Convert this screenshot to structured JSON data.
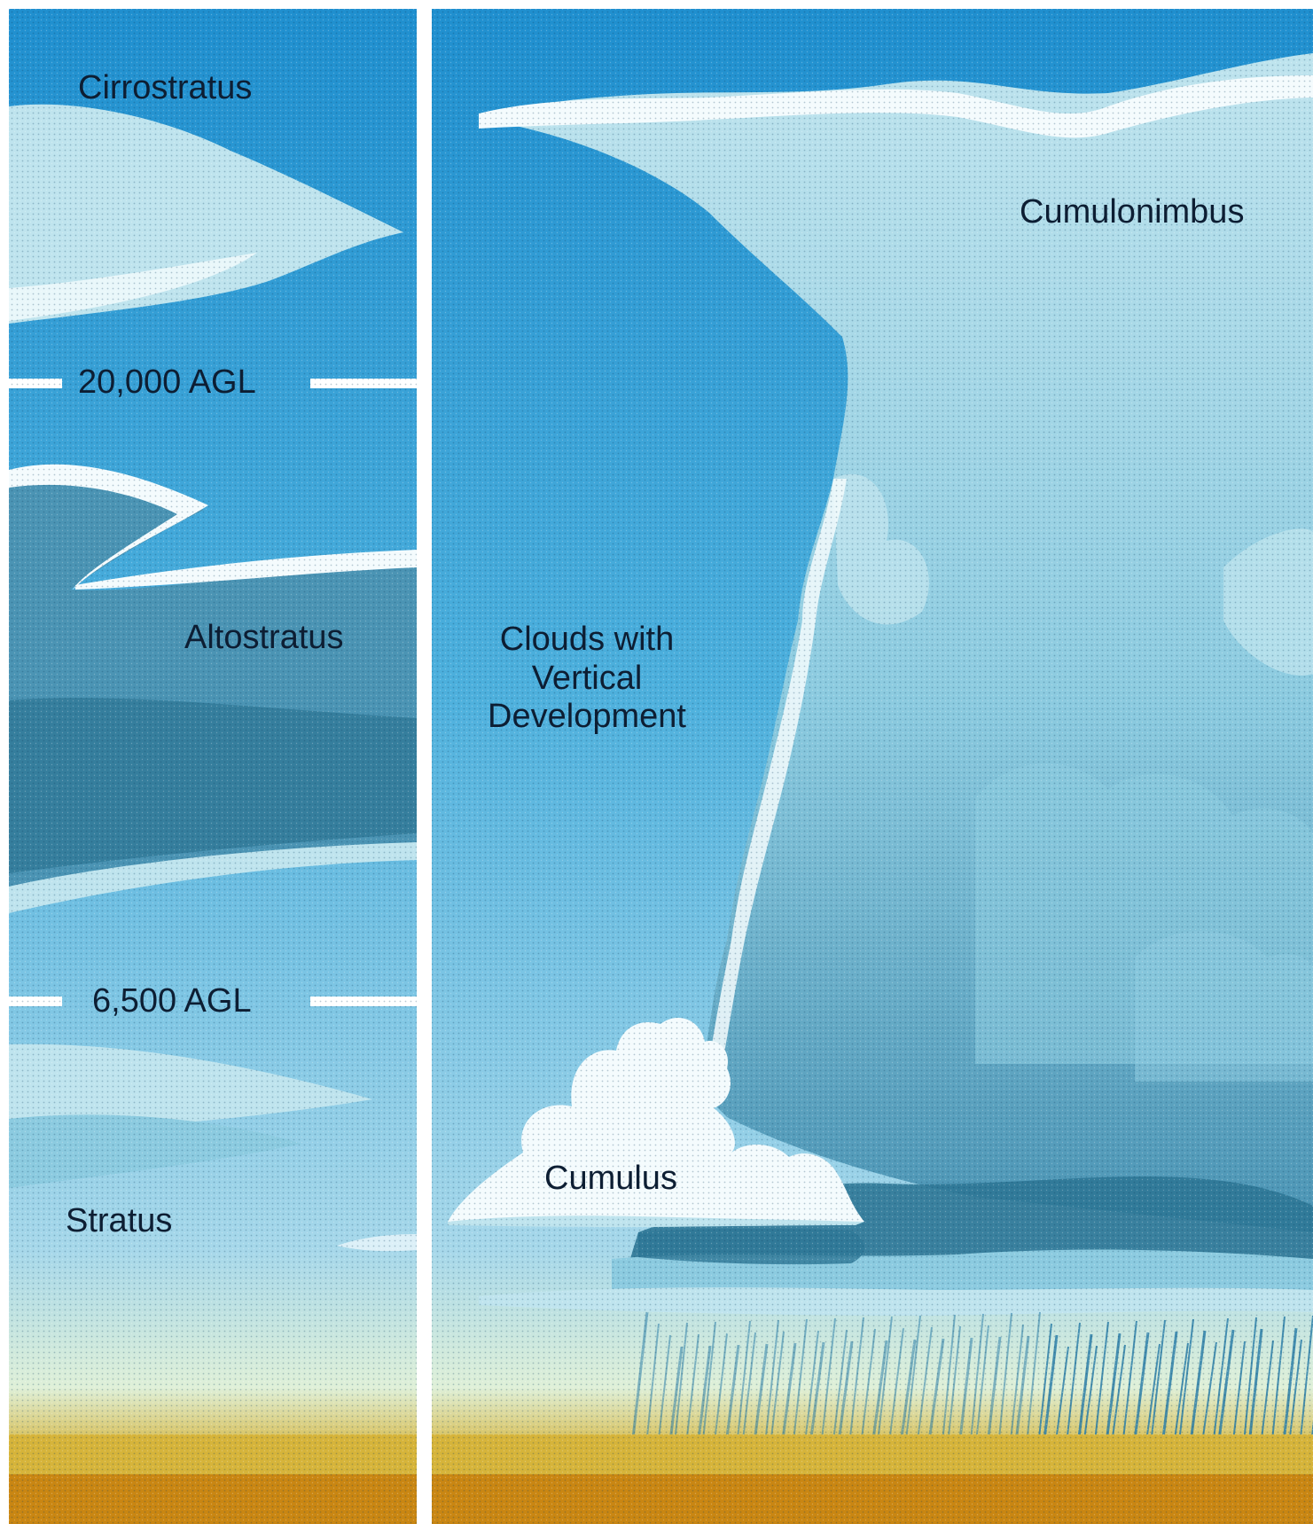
{
  "labels": {
    "cirrostratus": "Cirrostratus",
    "agl_20000": "20,000 AGL",
    "altostratus": "Altostratus",
    "agl_6500": "6,500 AGL",
    "stratus": "Stratus",
    "vertical_line1": "Clouds with",
    "vertical_line2": "Vertical",
    "vertical_line3": "Development",
    "cumulonimbus": "Cumulonimbus",
    "cumulus": "Cumulus"
  },
  "colors": {
    "sky_top": "#1f8fcf",
    "sky_mid": "#4db0dd",
    "sky_low": "#a7d8ea",
    "horizon_glow": "#dff0d8",
    "ground_yellow": "#d6b43a",
    "ground_orange": "#c98612",
    "cloud_white": "#f4fbfd",
    "cloud_light": "#bfe4ee",
    "cloud_mid": "#8ccbe0",
    "cloud_shadow": "#4b94b4",
    "cloud_dark": "#2e7796",
    "rain": "#2d7fa8",
    "divider": "#ffffff",
    "label_text": "#0d1e33"
  }
}
